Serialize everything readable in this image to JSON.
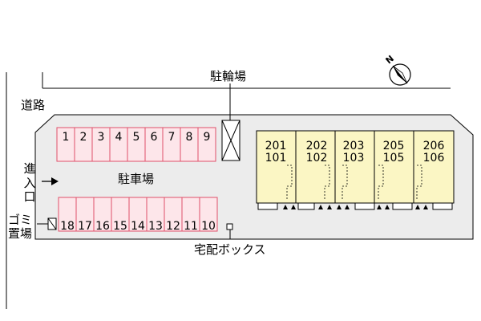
{
  "labels": {
    "bicycle_parking": "駐輪場",
    "road": "道路",
    "entrance": "進入口",
    "parking_lot": "駐車場",
    "garbage_area": "ゴミ置場",
    "delivery_box": "宅配ボックス",
    "north": "N"
  },
  "parking": {
    "top_row": [
      "1",
      "2",
      "3",
      "4",
      "5",
      "6",
      "7",
      "8",
      "9"
    ],
    "bottom_row": [
      "18",
      "17",
      "16",
      "15",
      "14",
      "13",
      "12",
      "11",
      "10"
    ]
  },
  "units": [
    {
      "upper": "201",
      "lower": "101"
    },
    {
      "upper": "202",
      "lower": "102"
    },
    {
      "upper": "203",
      "lower": "103"
    },
    {
      "upper": "205",
      "lower": "105"
    },
    {
      "upper": "206",
      "lower": "106"
    }
  ],
  "colors": {
    "parking_stroke": "#e0506a",
    "parking_fill": "#fde6ea",
    "building_fill": "#fbf6c4",
    "lot_fill": "#ececec"
  },
  "icons": {
    "north_arrow": "compass-north-icon",
    "entrance_arrow": "arrow-right-icon",
    "bicycle_parking": "cross-box-icon",
    "garbage": "hatched-box-icon",
    "delivery_box": "square-icon"
  }
}
